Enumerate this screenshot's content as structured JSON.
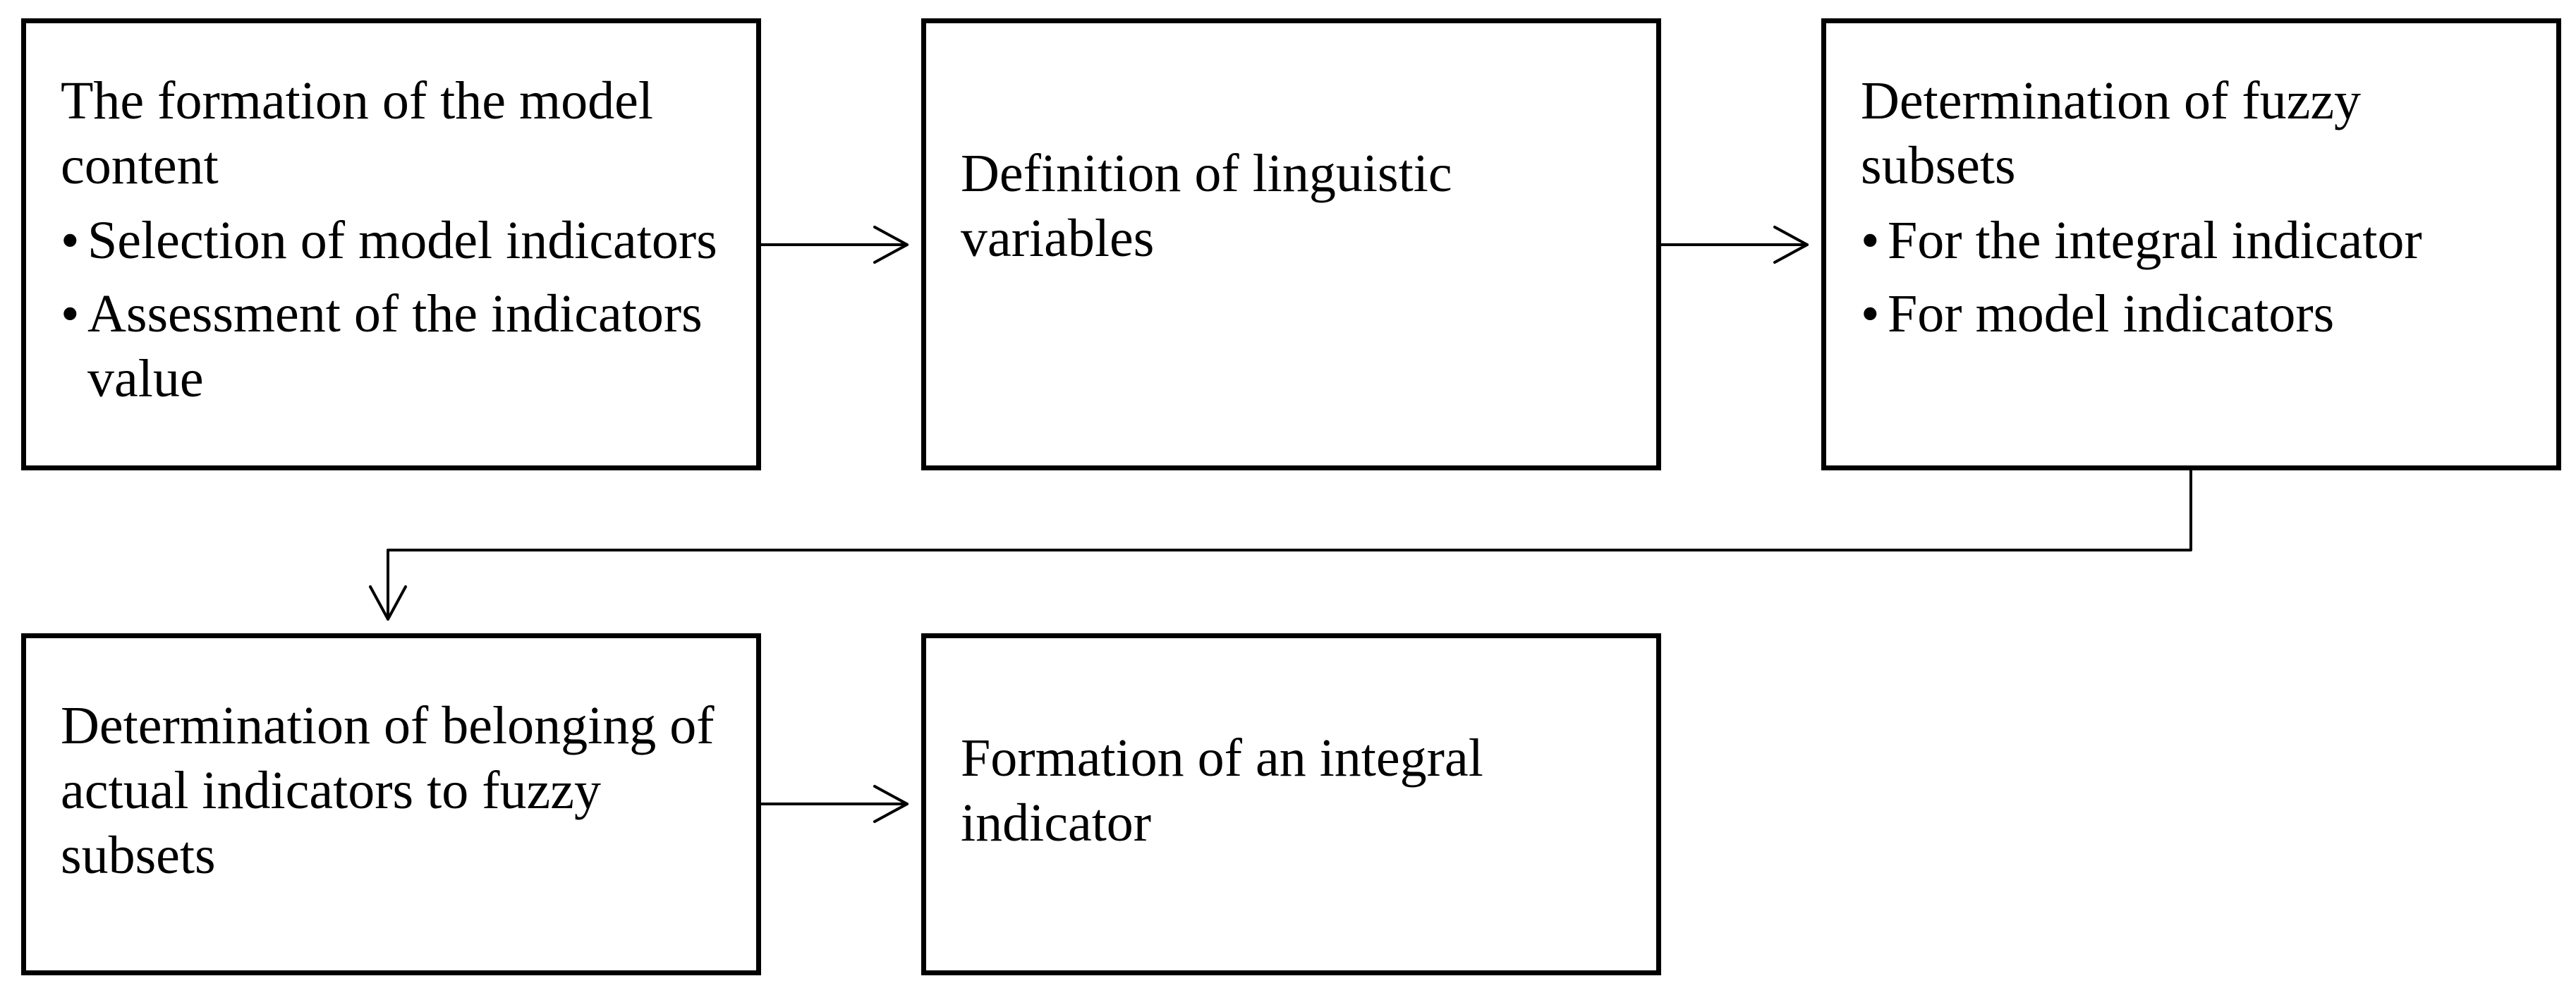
{
  "diagram": {
    "boxes": [
      {
        "id": "formation-of-model-content",
        "title": "The formation of the model content",
        "bullets": [
          "Selection of model indicators",
          "Assessment of the indicators value"
        ]
      },
      {
        "id": "definition-of-linguistic-variables",
        "title": "Definition of linguistic variables",
        "bullets": []
      },
      {
        "id": "determination-of-fuzzy-subsets",
        "title": "Determination of fuzzy subsets",
        "bullets": [
          "For the integral indicator",
          "For model indicators"
        ]
      },
      {
        "id": "determination-of-belonging",
        "title": "Determination of belonging of actual indicators to fuzzy subsets",
        "bullets": []
      },
      {
        "id": "formation-of-integral-indicator",
        "title": "Formation of an integral indicator",
        "bullets": []
      }
    ],
    "edges": [
      {
        "from": "formation-of-model-content",
        "to": "definition-of-linguistic-variables"
      },
      {
        "from": "definition-of-linguistic-variables",
        "to": "determination-of-fuzzy-subsets"
      },
      {
        "from": "determination-of-fuzzy-subsets",
        "to": "determination-of-belonging"
      },
      {
        "from": "determination-of-belonging",
        "to": "formation-of-integral-indicator"
      }
    ],
    "colors": {
      "stroke": "#000000",
      "background": "#ffffff",
      "text": "#000000"
    }
  }
}
